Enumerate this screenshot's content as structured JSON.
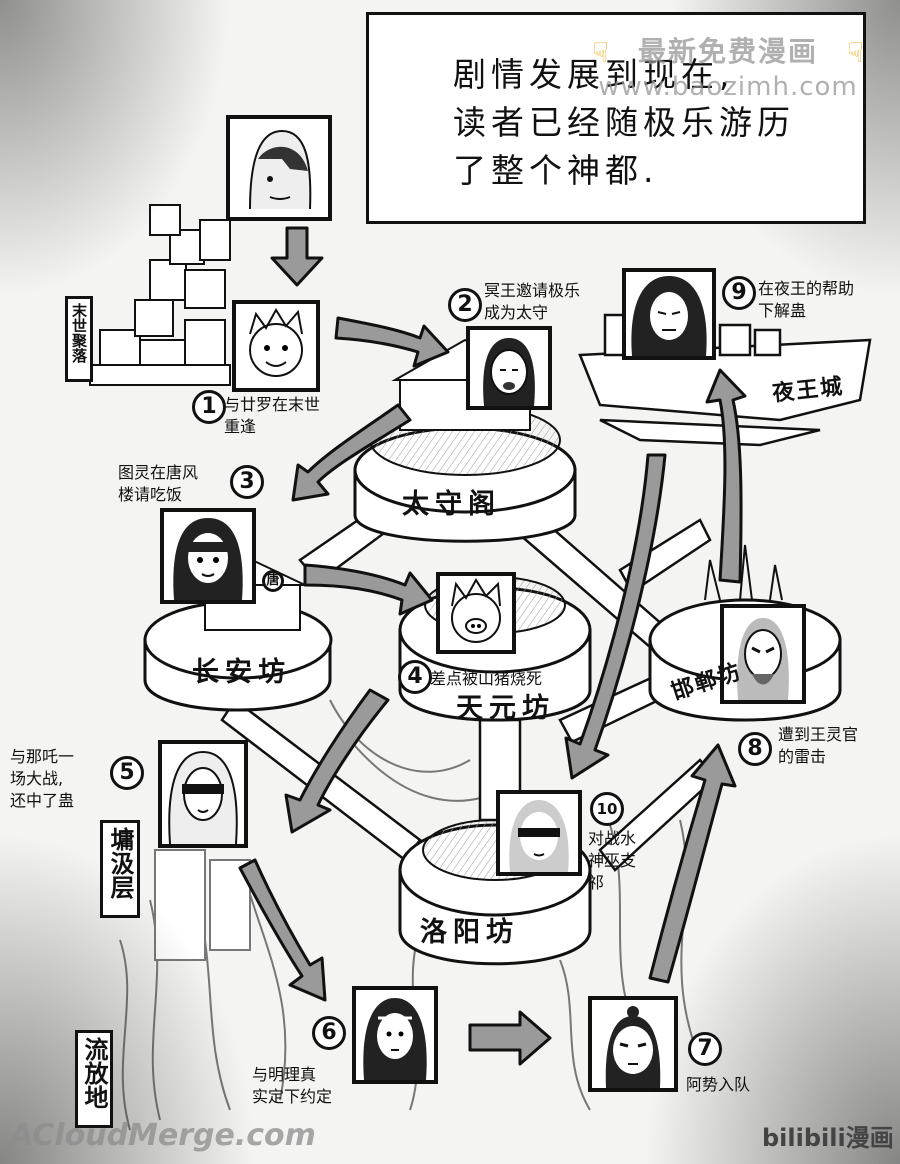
{
  "narration": {
    "lines": [
      "剧情发展到现在,",
      "读者已经随极乐游历",
      "了整个神都."
    ]
  },
  "watermarks": {
    "top_title": "最新免费漫画",
    "top_url": "www.baozimh.com",
    "bottom": "ACloudMerge.com",
    "brand": "bilibili漫画"
  },
  "locations": {
    "moshi": "末世聚落",
    "taishouge": "太守阁",
    "yewangcheng": "夜王城",
    "changanfang": "长安坊",
    "tianyuanfang": "天元坊",
    "handanfang": "邯郸坊",
    "yongqiceng": "墉汲层",
    "luoyangfang": "洛阳坊",
    "liufangdi": "流放地",
    "tang_sign": "唐"
  },
  "events": [
    {
      "num": "1",
      "caption": [
        "与廿罗在末世",
        "重逢"
      ]
    },
    {
      "num": "2",
      "caption": [
        "冥王邀请极乐",
        "成为太守"
      ]
    },
    {
      "num": "3",
      "caption": [
        "图灵在唐风",
        "楼请吃饭"
      ]
    },
    {
      "num": "4",
      "caption": [
        "差点被山猪烧死"
      ]
    },
    {
      "num": "5",
      "caption": [
        "与那吒一",
        "场大战,",
        "还中了蛊"
      ]
    },
    {
      "num": "6",
      "caption": [
        "与明理真",
        "实定下约定"
      ]
    },
    {
      "num": "7",
      "caption": [
        "阿势入队"
      ]
    },
    {
      "num": "8",
      "caption": [
        "遭到王灵官",
        "的雷击"
      ]
    },
    {
      "num": "9",
      "caption": [
        "在夜王的帮助",
        "下解蛊"
      ]
    },
    {
      "num": "10",
      "caption": [
        "对",
        "战",
        "水",
        "神",
        "巫",
        "支",
        "祁"
      ]
    }
  ],
  "colors": {
    "ink": "#111111",
    "arrow_fill": "#9a9a9a",
    "paper": "#f4f4f2"
  }
}
